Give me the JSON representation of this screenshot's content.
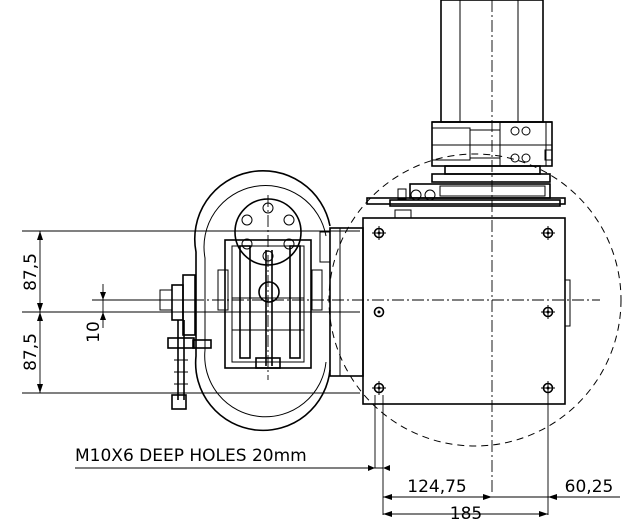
{
  "note": "M10X6 DEEP HOLES 20mm",
  "dims": {
    "vertical_upper": "87,5",
    "vertical_lower": "87,5",
    "vertical_small": "10",
    "horizontal_left": "124,75",
    "horizontal_right": "60,25",
    "horizontal_total": "185"
  }
}
